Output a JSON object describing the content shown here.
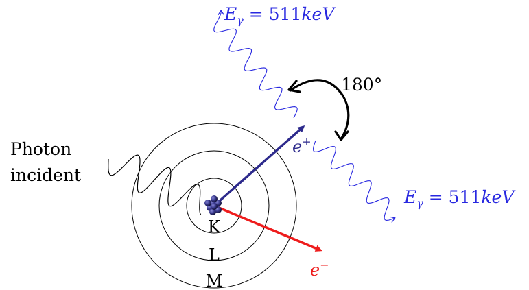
{
  "incident": {
    "line1": "Photon",
    "line2": "incident"
  },
  "shells": {
    "k": "K",
    "l": "L",
    "m": "M"
  },
  "angle_label": "180°",
  "positron": {
    "symbol": "e",
    "charge": "+"
  },
  "electron": {
    "symbol": "e",
    "charge": "−"
  },
  "gamma_top": {
    "symbol": "E",
    "subscript": "γ",
    "equation": " = 511",
    "unit": "keV"
  },
  "gamma_right": {
    "symbol": "E",
    "subscript": "γ",
    "equation": " = 511",
    "unit": "keV"
  },
  "colors": {
    "positron": "#2d2a8c",
    "electron": "#ee1c1c",
    "gamma": "#2828e0",
    "ink": "#000000",
    "nucleus": "#2a2a6e"
  }
}
